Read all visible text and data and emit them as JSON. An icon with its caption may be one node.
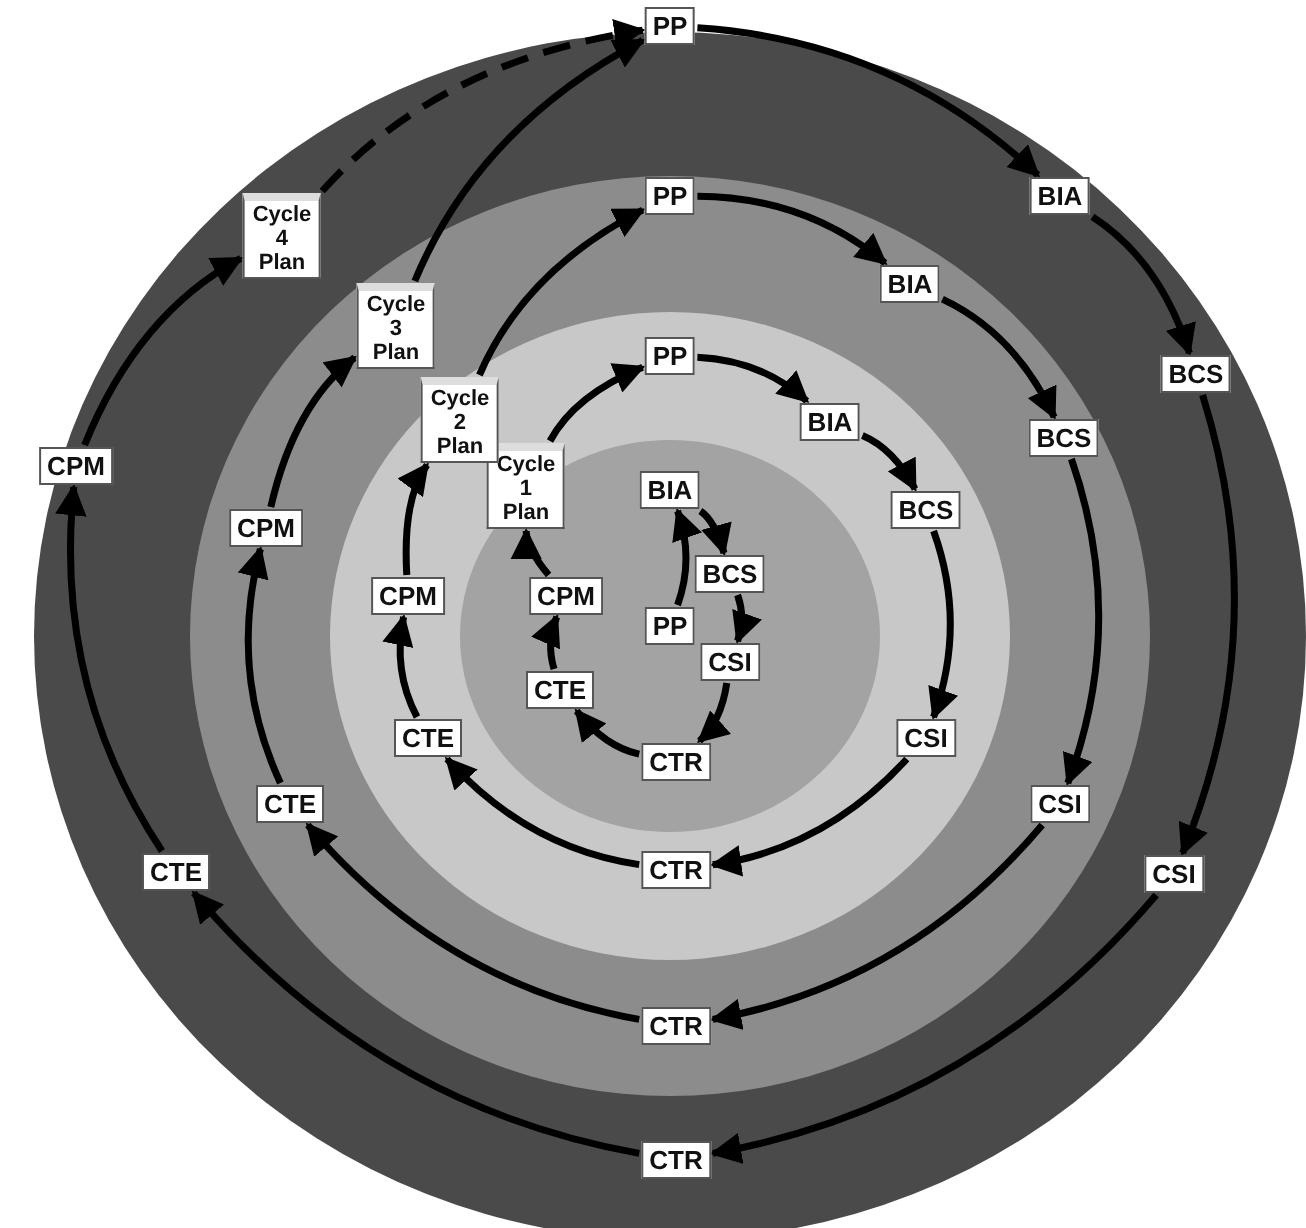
{
  "diagram": {
    "nodes": [
      {
        "text": [
          "PP"
        ]
      },
      {
        "text": [
          "BIA"
        ]
      },
      {
        "text": [
          "BCS"
        ]
      },
      {
        "text": [
          "CSI"
        ]
      },
      {
        "text": [
          "CTR"
        ]
      },
      {
        "text": [
          "CTE"
        ]
      },
      {
        "text": [
          "CPM"
        ]
      },
      {
        "text": [
          "Cycle 1 Plan"
        ]
      },
      {
        "text": [
          "PP"
        ]
      },
      {
        "text": [
          "BIA"
        ]
      },
      {
        "text": [
          "BCS"
        ]
      },
      {
        "text": [
          "CSI"
        ]
      },
      {
        "text": [
          "CTR"
        ]
      },
      {
        "text": [
          "CTE"
        ]
      },
      {
        "text": [
          "CPM"
        ]
      },
      {
        "text": [
          "Cycle 2 Plan"
        ]
      },
      {
        "text": [
          "PP"
        ]
      },
      {
        "text": [
          "BIA"
        ]
      },
      {
        "text": [
          "BCS"
        ]
      },
      {
        "text": [
          "CSI"
        ]
      },
      {
        "text": [
          "CTR"
        ]
      },
      {
        "text": [
          "CTE"
        ]
      },
      {
        "text": [
          "CPM"
        ]
      },
      {
        "text": [
          "Cycle 3 Plan"
        ]
      },
      {
        "text": [
          "PP"
        ]
      },
      {
        "text": [
          "BIA"
        ]
      },
      {
        "text": [
          "BCS"
        ]
      },
      {
        "text": [
          "CSI"
        ]
      },
      {
        "text": [
          "CTR"
        ]
      },
      {
        "text": [
          "CTE"
        ]
      },
      {
        "text": [
          "CPM"
        ]
      },
      {
        "text": [
          "Cycle 4 Plan"
        ]
      }
    ],
    "edges": [
      {
        "from": 0,
        "to": 1,
        "arrow": "to"
      },
      {
        "from": 1,
        "to": 2,
        "arrow": "to"
      },
      {
        "from": 2,
        "to": 3,
        "arrow": "to"
      },
      {
        "from": 3,
        "to": 4,
        "arrow": "to"
      },
      {
        "from": 4,
        "to": 5,
        "arrow": "to"
      },
      {
        "from": 5,
        "to": 6,
        "arrow": "to"
      },
      {
        "from": 6,
        "to": 7,
        "arrow": "to"
      },
      {
        "from": 7,
        "to": 8,
        "arrow": "to"
      },
      {
        "from": 8,
        "to": 9,
        "arrow": "to"
      },
      {
        "from": 9,
        "to": 10,
        "arrow": "to"
      },
      {
        "from": 10,
        "to": 11,
        "arrow": "to"
      },
      {
        "from": 11,
        "to": 12,
        "arrow": "to"
      },
      {
        "from": 12,
        "to": 13,
        "arrow": "to"
      },
      {
        "from": 13,
        "to": 14,
        "arrow": "to"
      },
      {
        "from": 14,
        "to": 15,
        "arrow": "to"
      },
      {
        "from": 15,
        "to": 16,
        "arrow": "to"
      },
      {
        "from": 16,
        "to": 17,
        "arrow": "to"
      },
      {
        "from": 17,
        "to": 18,
        "arrow": "to"
      },
      {
        "from": 18,
        "to": 19,
        "arrow": "to"
      },
      {
        "from": 19,
        "to": 20,
        "arrow": "to"
      },
      {
        "from": 20,
        "to": 21,
        "arrow": "to"
      },
      {
        "from": 21,
        "to": 22,
        "arrow": "to"
      },
      {
        "from": 22,
        "to": 23,
        "arrow": "to"
      },
      {
        "from": 23,
        "to": 24,
        "arrow": "to"
      },
      {
        "from": 24,
        "to": 25,
        "arrow": "to"
      },
      {
        "from": 25,
        "to": 26,
        "arrow": "to"
      },
      {
        "from": 26,
        "to": 27,
        "arrow": "to"
      },
      {
        "from": 27,
        "to": 28,
        "arrow": "to"
      },
      {
        "from": 28,
        "to": 29,
        "arrow": "to"
      },
      {
        "from": 29,
        "to": 30,
        "arrow": "to"
      },
      {
        "from": 30,
        "to": 31,
        "arrow": "to"
      },
      {
        "from": 31,
        "to": 24,
        "arrow": "to",
        "style": "dashed"
      }
    ]
  }
}
